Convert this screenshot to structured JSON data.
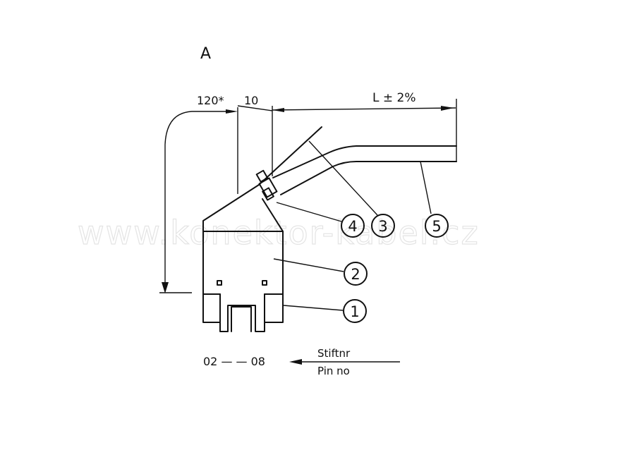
{
  "view_label": "A",
  "dimensions": {
    "d1": "120*",
    "d2": "10",
    "length": "L ± 2%"
  },
  "callouts": [
    "1",
    "2",
    "3",
    "4",
    "5"
  ],
  "pin_range": "02 — — 08",
  "pin_label_de": "Stiftnr",
  "pin_label_en": "Pin no",
  "watermark": "www.konektor-kabel.cz"
}
